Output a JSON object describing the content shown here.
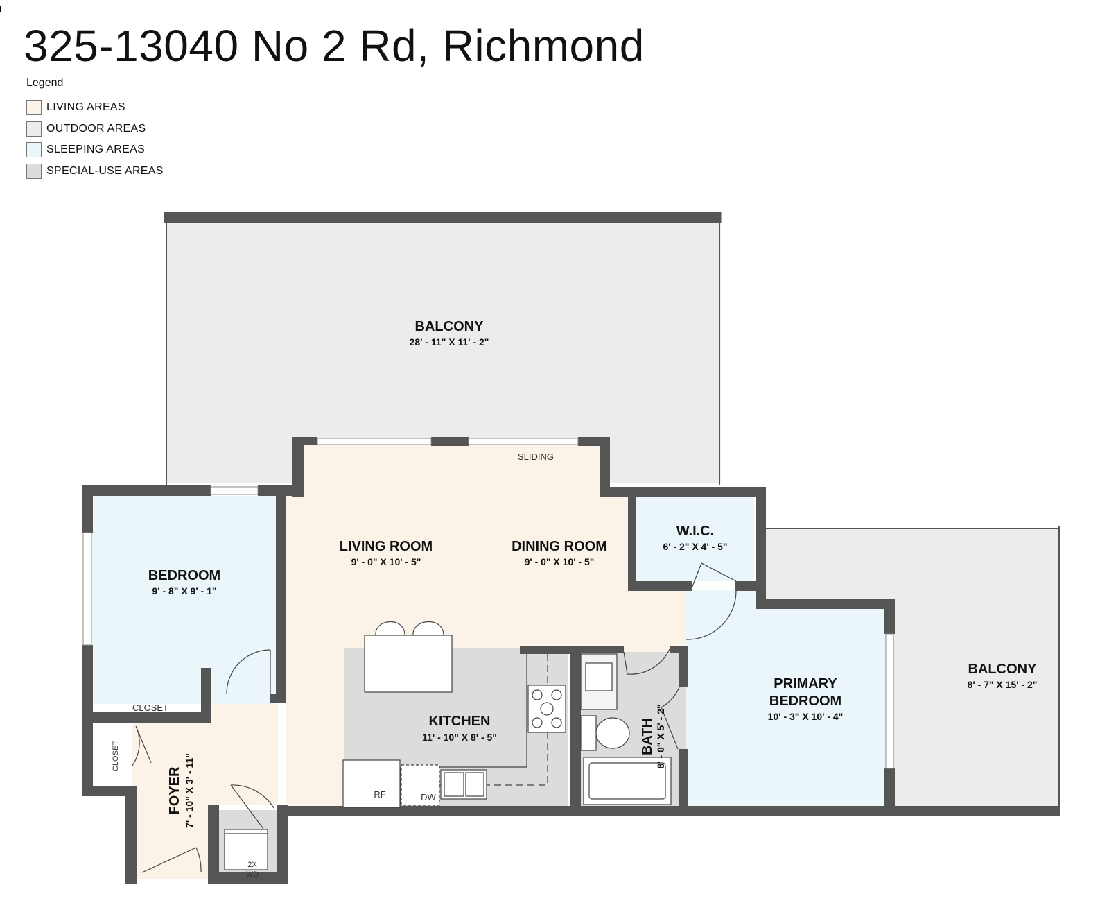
{
  "title": "325-13040 No 2 Rd, Richmond",
  "legend": {
    "heading": "Legend",
    "items": [
      {
        "label": "LIVING AREAS",
        "color": "#fcf3e8"
      },
      {
        "label": "OUTDOOR AREAS",
        "color": "#ececec"
      },
      {
        "label": "SLEEPING AREAS",
        "color": "#eaf6f9"
      },
      {
        "label": "SPECIAL-USE AREAS",
        "color": "#dcdcdc"
      }
    ]
  },
  "colors": {
    "wall": "#555555",
    "living": "#fcf3e8",
    "outdoor": "#ececec",
    "sleeping": "#eaf6f9",
    "special": "#dcdcdc"
  },
  "rooms": {
    "balcony_main": {
      "name": "BALCONY",
      "dims": "28' - 11\" X 11' - 2\""
    },
    "living_room": {
      "name": "LIVING ROOM",
      "dims": "9' - 0\" X 10' - 5\""
    },
    "dining_room": {
      "name": "DINING ROOM",
      "dims": "9' - 0\" X 10' - 5\""
    },
    "wic": {
      "name": "W.I.C.",
      "dims": "6' - 2\" X 4' - 5\""
    },
    "bedroom": {
      "name": "BEDROOM",
      "dims": "9' - 8\" X 9' - 1\""
    },
    "kitchen": {
      "name": "KITCHEN",
      "dims": "11' - 10\" X 8' - 5\""
    },
    "bath": {
      "name": "BATH",
      "dims": "8' - 0\" X 5' - 2\""
    },
    "primary_bedroom": {
      "name_line1": "PRIMARY",
      "name_line2": "BEDROOM",
      "dims": "10' - 3\" X 10' - 4\""
    },
    "balcony_side": {
      "name": "BALCONY",
      "dims": "8' - 7\" X 15' - 2\""
    },
    "foyer": {
      "name": "FOYER",
      "dims": "7' - 10\" X 3' - 11\""
    }
  },
  "labels": {
    "sliding": "SLIDING",
    "closet_bedroom": "CLOSET",
    "closet_foyer": "CLOSET",
    "fridge": "RF",
    "dishwasher": "DW",
    "washer_dryer_1": "2X",
    "washer_dryer_2": "WD"
  }
}
